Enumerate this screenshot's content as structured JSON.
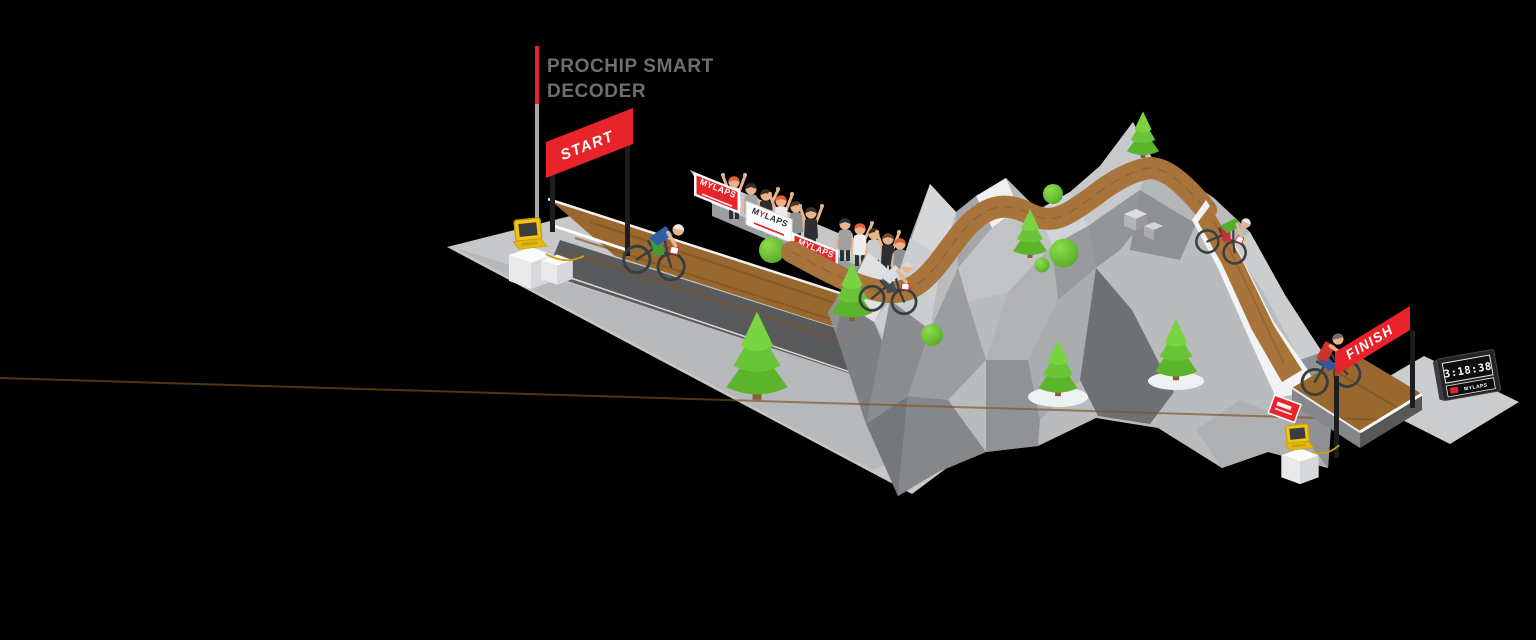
{
  "illustration": {
    "callout": {
      "line1": "PROCHIP SMART",
      "line2": "DECODER"
    },
    "start_gate": {
      "label": "START"
    },
    "finish_gate": {
      "label": "FINISH"
    },
    "sponsor_banner": {
      "brand": "MYLAPS",
      "brand_pre": "M",
      "brand_accent": "Y",
      "brand_post": "LAPS"
    },
    "race_clock": {
      "time": "3:18:38",
      "brand": "MYLAPS"
    },
    "colors": {
      "background": "#000000",
      "accent_red": "#e8232a",
      "callout_text_gray": "#6d6e70",
      "decoder_yellow": "#f3c614",
      "tree_green": "#6ac437",
      "wood_brown": "#99682f",
      "trail_brown": "#a9743c",
      "road_asphalt": "#595a5c",
      "ground_gray": "#c6c7c9",
      "rock_gray": "#b9bbbd",
      "snow_white": "#f2f3f4"
    }
  }
}
